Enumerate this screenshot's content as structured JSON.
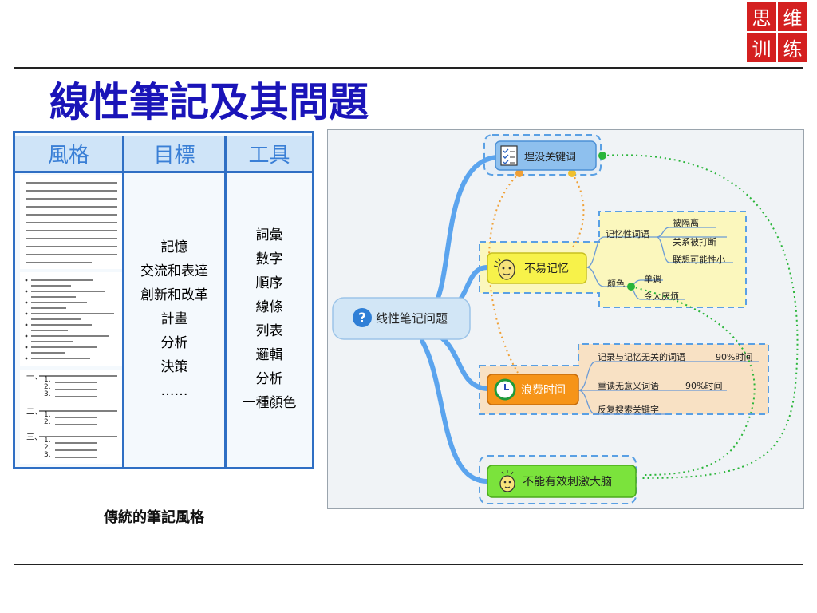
{
  "logo": [
    "思",
    "维",
    "训",
    "练"
  ],
  "title": "線性筆記及其問題",
  "table": {
    "headers": [
      "風格",
      "目標",
      "工具"
    ],
    "goals": [
      "記憶",
      "交流和表達",
      "創新和改革",
      "計畫",
      "分析",
      "決策",
      "……"
    ],
    "tools": [
      "詞彙",
      "數字",
      "順序",
      "線條",
      "列表",
      "邏輯",
      "分析",
      "一種顏色"
    ],
    "outline_labels": [
      "一、",
      "二、",
      "三、"
    ],
    "list_numbers": [
      "1.",
      "2.",
      "3."
    ]
  },
  "caption": "傳統的筆記風格",
  "mindmap": {
    "center": "线性笔记问题",
    "branches": {
      "b1": "埋没关键词",
      "b2": "不易记忆",
      "b3": "浪费时间",
      "b4": "不能有效刺激大脑"
    },
    "b2_sub": {
      "memory_words": "记忆性词语",
      "color": "颜色",
      "isolated": "被隔离",
      "broken": "关系被打断",
      "assoc": "联想可能性小",
      "mono": "单调",
      "boring": "令人厌烦"
    },
    "b3_sub": {
      "record": "记录与记忆无关的词语",
      "record_pct": "90%时间",
      "reread": "重读无意义词语",
      "reread_pct": "90%时间",
      "search": "反复搜索关键字"
    }
  }
}
